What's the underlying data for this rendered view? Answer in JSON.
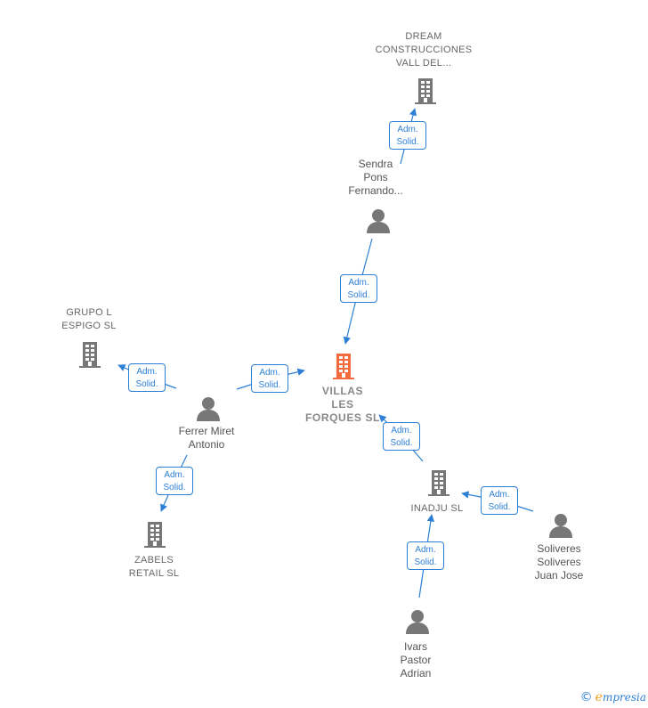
{
  "nodes": [
    {
      "id": "villas",
      "kind": "company",
      "main": true,
      "label": "VILLAS\nLES\nFORQUES  SL",
      "color": "#f26a3e"
    },
    {
      "id": "dream",
      "kind": "company",
      "label": "DREAM\nCONSTRUCCIONES\nVALL DEL...",
      "color": "#777777"
    },
    {
      "id": "sendra",
      "kind": "person",
      "label": "Sendra\nPons\nFernando...",
      "color": "#777777"
    },
    {
      "id": "grupo",
      "kind": "company",
      "label": "GRUPO L\nESPIGO  SL",
      "color": "#777777"
    },
    {
      "id": "ferrer",
      "kind": "person",
      "label": "Ferrer Miret\nAntonio",
      "color": "#777777"
    },
    {
      "id": "zabels",
      "kind": "company",
      "label": "ZABELS\nRETAIL  SL",
      "color": "#777777"
    },
    {
      "id": "inadju",
      "kind": "company",
      "label": "INADJU  SL",
      "color": "#777777"
    },
    {
      "id": "soliveres",
      "kind": "person",
      "label": "Soliveres\nSoliveres\nJuan Jose",
      "color": "#777777"
    },
    {
      "id": "ivars",
      "kind": "person",
      "label": "Ivars\nPastor\nAdrian",
      "color": "#777777"
    }
  ],
  "edges": [
    {
      "id": "e1",
      "from": "sendra",
      "to": "dream",
      "label": [
        "Adm.",
        "Solid."
      ]
    },
    {
      "id": "e2",
      "from": "sendra",
      "to": "villas",
      "label": [
        "Adm.",
        "Solid."
      ]
    },
    {
      "id": "e3",
      "from": "ferrer",
      "to": "grupo",
      "label": [
        "Adm.",
        "Solid."
      ]
    },
    {
      "id": "e4",
      "from": "ferrer",
      "to": "villas",
      "label": [
        "Adm.",
        "Solid."
      ]
    },
    {
      "id": "e5",
      "from": "ferrer",
      "to": "zabels",
      "label": [
        "Adm.",
        "Solid."
      ]
    },
    {
      "id": "e6",
      "from": "inadju",
      "to": "villas",
      "label": [
        "Adm.",
        "Solid."
      ]
    },
    {
      "id": "e7",
      "from": "soliveres",
      "to": "inadju",
      "label": [
        "Adm.",
        "Solid."
      ]
    },
    {
      "id": "e8",
      "from": "ivars",
      "to": "inadju",
      "label": [
        "Adm.",
        "Solid."
      ]
    }
  ],
  "brand": {
    "copyright": "©",
    "e": "e",
    "name": "mpresia"
  },
  "colors": {
    "edge": "#2d7fd6",
    "person": "#777777",
    "company": "#777777",
    "main": "#f26a3e"
  }
}
